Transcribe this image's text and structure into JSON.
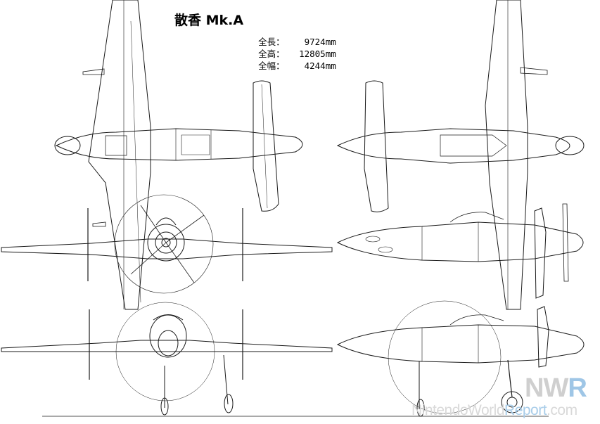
{
  "title": "散香 Mk.A",
  "specs": [
    {
      "label": "全長：",
      "value": " 9724mm"
    },
    {
      "label": "全高：",
      "value": "12805mm"
    },
    {
      "label": "全幅：",
      "value": " 4244mm"
    }
  ],
  "watermark": {
    "logo_n": "N",
    "logo_w": "W",
    "logo_r": "R",
    "site_a": "NintendoWorld",
    "site_b": "Report",
    "site_c": ".com",
    "color_light": "#cfcfcf",
    "color_blue": "#9fc6e6"
  },
  "colors": {
    "line": "#1a1a1a",
    "background": "#ffffff"
  }
}
